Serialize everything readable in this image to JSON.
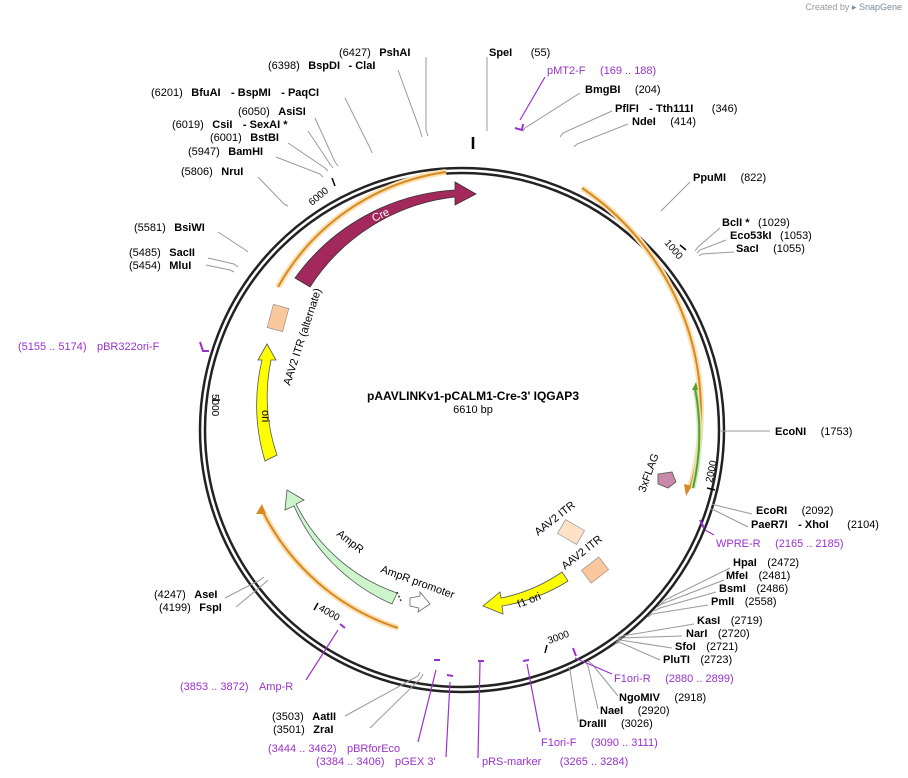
{
  "credit": {
    "prefix": "Created by",
    "brand": "SnapGene"
  },
  "plasmid": {
    "name": "pAAVLINKv1-pCALM1-Cre-3' IQGAP3",
    "size": "6610 bp"
  },
  "ticks": [
    "1000",
    "2000",
    "3000",
    "4000",
    "5000",
    "6000"
  ],
  "features": {
    "cre": "Cre",
    "aav2_itr_alt": "AAV2 ITR (alternate)",
    "ori": "ori",
    "ampr": "AmpR",
    "ampr_promoter": "AmpR promoter",
    "f1_ori": "f1 ori",
    "aav2_itr_1": "AAV2 ITR",
    "aav2_itr_2": "AAV2 ITR",
    "flag": "3xFLAG"
  },
  "sites": {
    "psha": {
      "pos": "(6427)",
      "name": "PshAI"
    },
    "bspdi": {
      "pos": "(6398)",
      "name": "BspDI",
      "alt": "- ClaI"
    },
    "bfuai": {
      "pos": "(6201)",
      "name": "BfuAI",
      "alt": "- BspMI",
      "alt2": "- PaqCI"
    },
    "asisi": {
      "pos": "(6050)",
      "name": "AsiSI"
    },
    "csii": {
      "pos": "(6019)",
      "name": "CsiI",
      "alt": "- SexAI *"
    },
    "bstbi": {
      "pos": "(6001)",
      "name": "BstBI"
    },
    "bamhi": {
      "pos": "(5947)",
      "name": "BamHI"
    },
    "nrui": {
      "pos": "(5806)",
      "name": "NruI"
    },
    "bsiwi": {
      "pos": "(5581)",
      "name": "BsiWI"
    },
    "sacii": {
      "pos": "(5485)",
      "name": "SacII"
    },
    "mlui": {
      "pos": "(5454)",
      "name": "MluI"
    },
    "spei": {
      "name": "SpeI",
      "pos": "(55)"
    },
    "bmgbi": {
      "name": "BmgBI",
      "pos": "(204)"
    },
    "pflfi": {
      "name": "PflFI",
      "alt": "- Tth111I",
      "pos": "(346)"
    },
    "ndei": {
      "name": "NdeI",
      "pos": "(414)"
    },
    "ppumi": {
      "name": "PpuMI",
      "pos": "(822)"
    },
    "bcli": {
      "name": "BclI *",
      "pos": "(1029)"
    },
    "eco53ki": {
      "name": "Eco53kI",
      "pos": "(1053)"
    },
    "saci": {
      "name": "SacI",
      "pos": "(1055)"
    },
    "econi": {
      "name": "EcoNI",
      "pos": "(1753)"
    },
    "ecori": {
      "name": "EcoRI",
      "pos": "(2092)"
    },
    "paer7i": {
      "name": "PaeR7I",
      "alt": "- XhoI",
      "pos": "(2104)"
    },
    "hpai": {
      "name": "HpaI",
      "pos": "(2472)"
    },
    "mfei": {
      "name": "MfeI",
      "pos": "(2481)"
    },
    "bsmi": {
      "name": "BsmI",
      "pos": "(2486)"
    },
    "pmli": {
      "name": "PmlI",
      "pos": "(2558)"
    },
    "kasi": {
      "name": "KasI",
      "pos": "(2719)"
    },
    "nari": {
      "name": "NarI",
      "pos": "(2720)"
    },
    "sfoi": {
      "name": "SfoI",
      "pos": "(2721)"
    },
    "pluti": {
      "name": "PluTI",
      "pos": "(2723)"
    },
    "ngomiv": {
      "name": "NgoMIV",
      "pos": "(2918)"
    },
    "naei": {
      "name": "NaeI",
      "pos": "(2920)"
    },
    "draiii": {
      "name": "DraIII",
      "pos": "(3026)"
    },
    "asei": {
      "pos": "(4247)",
      "name": "AseI"
    },
    "fspi": {
      "pos": "(4199)",
      "name": "FspI"
    },
    "aatii": {
      "pos": "(3503)",
      "name": "AatII"
    },
    "zrai": {
      "pos": "(3501)",
      "name": "ZraI"
    }
  },
  "primers": {
    "pmt2f": {
      "name": "pMT2-F",
      "range": "(169 .. 188)"
    },
    "pbr322": {
      "range": "(5155 .. 5174)",
      "name": "pBR322ori-F"
    },
    "wpre": {
      "name": "WPRE-R",
      "range": "(2165 .. 2185)"
    },
    "f1orir": {
      "name": "F1ori-R",
      "range": "(2880 .. 2899)"
    },
    "ampr": {
      "range": "(3853 .. 3872)",
      "name": "Amp-R"
    },
    "pbrforeco": {
      "range": "(3444 .. 3462)",
      "name": "pBRforEco"
    },
    "pgex": {
      "range": "(3384 .. 3406)",
      "name": "pGEX 3'"
    },
    "prs": {
      "name": "pRS-marker",
      "range": "(3265 .. 3284)"
    },
    "f1orif": {
      "name": "F1ori-F",
      "range": "(3090 .. 3111)"
    }
  }
}
